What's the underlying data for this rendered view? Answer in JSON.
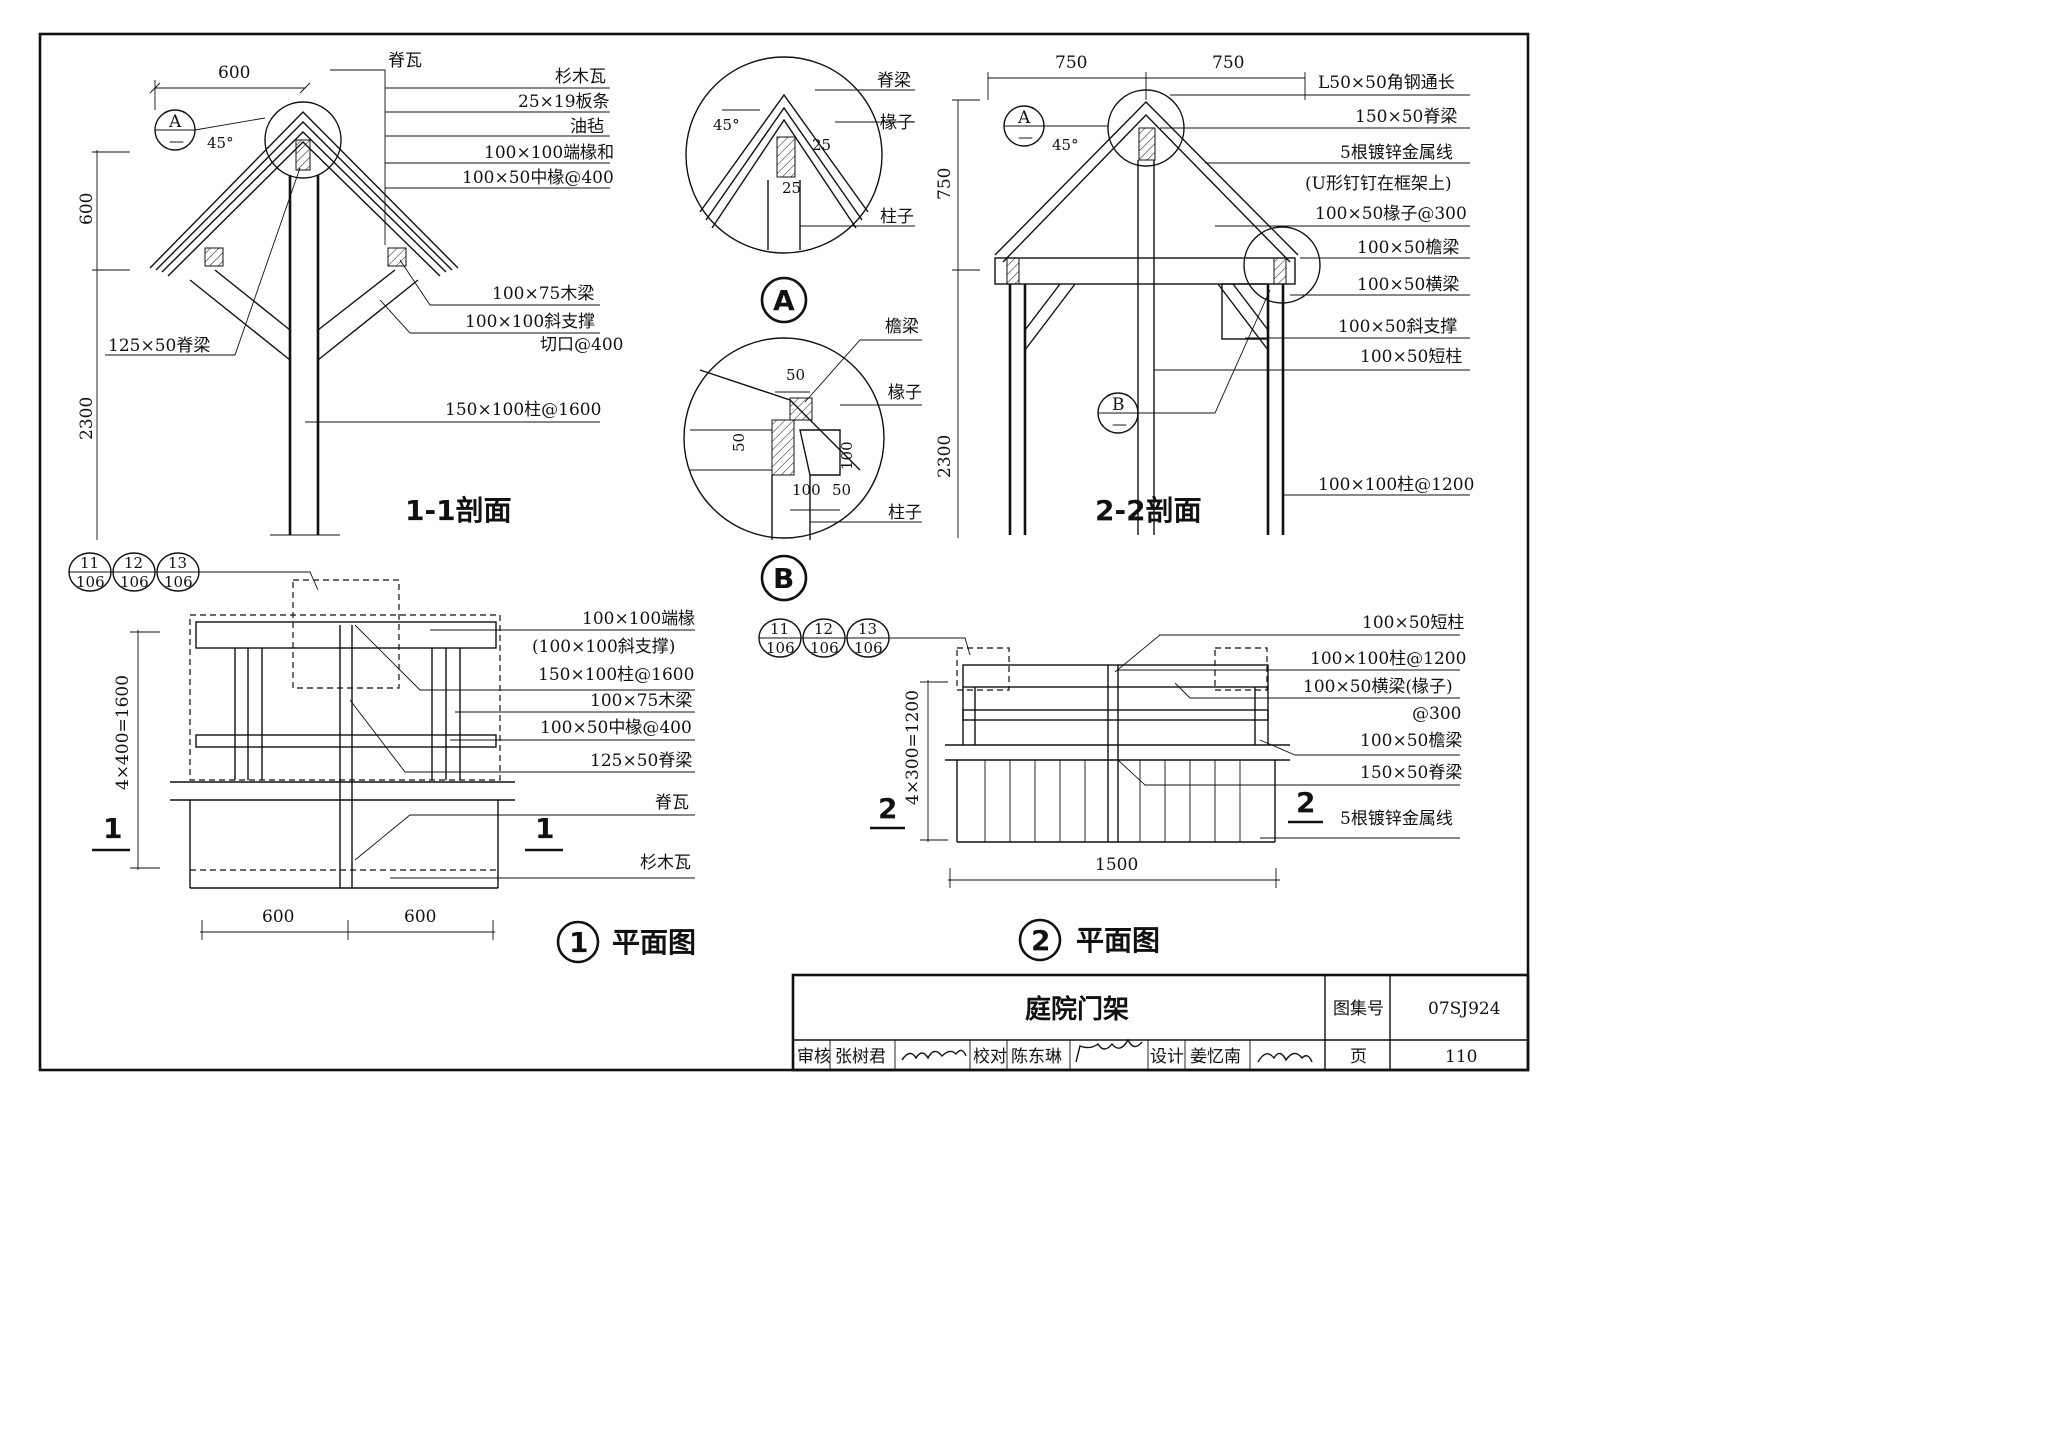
{
  "section_1": {
    "title": "1-1剖面",
    "labels": [
      "脊瓦",
      "杉木瓦",
      "25×19板条",
      "油毡",
      "100×100端椽和",
      "100×50中椽@400",
      "100×75木梁",
      "100×100斜支撑",
      "切口@400",
      "125×50脊梁",
      "150×100柱@1600"
    ],
    "dims": [
      "600",
      "600",
      "2300",
      "45°"
    ],
    "detail_ref": {
      "letter": "A",
      "sub": "—"
    }
  },
  "detail_A": {
    "title": "A",
    "labels": [
      "脊梁",
      "椽子",
      "柱子"
    ],
    "dims": [
      "45°",
      "25",
      "25"
    ]
  },
  "detail_B": {
    "title": "B",
    "labels": [
      "檐梁",
      "椽子",
      "柱子"
    ],
    "dims": [
      "50",
      "50",
      "100",
      "100",
      "50"
    ]
  },
  "section_2": {
    "title": "2-2剖面",
    "labels": [
      "L50×50角钢通长",
      "150×50脊梁",
      "5根镀锌金属线",
      "(U形钉钉在框架上)",
      "100×50椽子@300",
      "100×50檐梁",
      "100×50横梁",
      "100×50斜支撑",
      "100×50短柱",
      "100×100柱@1200"
    ],
    "dims": [
      "750",
      "750",
      "750",
      "2300",
      "45°"
    ],
    "detail_refs": [
      {
        "letter": "A",
        "sub": "—"
      },
      {
        "letter": "B",
        "sub": "—"
      }
    ]
  },
  "plan_1": {
    "title": "平面图",
    "number": "1",
    "refs": [
      {
        "top": "11",
        "bottom": "106"
      },
      {
        "top": "12",
        "bottom": "106"
      },
      {
        "top": "13",
        "bottom": "106"
      }
    ],
    "labels": [
      "100×100端椽",
      "(100×100斜支撑)",
      "150×100柱@1600",
      "100×75木梁",
      "100×50中椽@400",
      "125×50脊梁",
      "脊瓦",
      "杉木瓦"
    ],
    "dims": [
      "4×400=1600",
      "600",
      "600"
    ],
    "cut": "1"
  },
  "plan_2": {
    "title": "平面图",
    "number": "2",
    "refs": [
      {
        "top": "11",
        "bottom": "106"
      },
      {
        "top": "12",
        "bottom": "106"
      },
      {
        "top": "13",
        "bottom": "106"
      }
    ],
    "labels": [
      "100×50短柱",
      "100×100柱@1200",
      "100×50横梁(椽子)",
      "@300",
      "100×50檐梁",
      "150×50脊梁",
      "5根镀锌金属线"
    ],
    "dims": [
      "4×300=1200",
      "1500"
    ],
    "cut": "2"
  },
  "title_block": {
    "drawing_title": "庭院门架",
    "atlas_label": "图集号",
    "atlas_no": "07SJ924",
    "page_label": "页",
    "page_no": "110",
    "review_label": "审核",
    "reviewer": "张树君",
    "check_label": "校对",
    "checker": "陈东琳",
    "design_label": "设计",
    "designer": "姜忆南"
  }
}
